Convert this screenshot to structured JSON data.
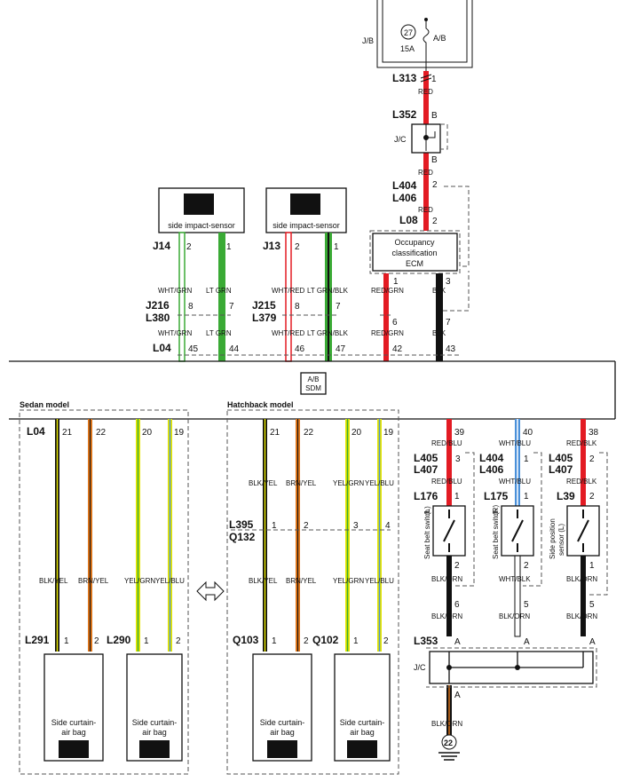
{
  "top": {
    "jb": "J/B",
    "fuse_num": "27",
    "fuse_amp": "15A",
    "fuse_name": "A/B"
  },
  "power_chain": [
    {
      "conn": "L313",
      "pin": "1",
      "color": "RED"
    },
    {
      "conn": "L352",
      "pin": "B",
      "color": "RED"
    },
    {
      "conn": "L404",
      "pin": "2",
      "color": "RED"
    },
    {
      "conn": "L406",
      "pin": "",
      "color": ""
    },
    {
      "conn": "L08",
      "pin": "2",
      "color": ""
    }
  ],
  "jc_top": {
    "label": "J/C",
    "pin_out": "B"
  },
  "ocs": {
    "line1": "Occupancy",
    "line2": "classification",
    "line3": "ECM",
    "pin_left": "1",
    "pin_right": "3"
  },
  "sensor_pass": {
    "label": "side impact-sensor",
    "conn": "J14",
    "pin_a": "2",
    "pin_b": "1"
  },
  "sensor_drv": {
    "label": "side impact-sensor",
    "conn": "J13",
    "pin_a": "2",
    "pin_b": "1"
  },
  "intermediate": {
    "j216": "J216",
    "l380": "L380",
    "j215": "J215",
    "l379": "L379",
    "wires": [
      {
        "color": "WHT/GRN",
        "pin_top": "8",
        "pin_bottom": "45",
        "color2": "WHT/GRN"
      },
      {
        "color": "LT GRN",
        "pin_top": "7",
        "pin_bottom": "44",
        "color2": "LT GRN"
      },
      {
        "color": "WHT/RED",
        "pin_top": "8",
        "pin_bottom": "46",
        "color2": "WHT/RED"
      },
      {
        "color": "LT GRN/BLK",
        "pin_top": "7",
        "pin_bottom": "47",
        "color2": "LT GRN/BLK"
      },
      {
        "color": "RED/GRN",
        "pin_top": "6",
        "pin_bottom": "42",
        "color2": "RED/GRN"
      },
      {
        "color": "BLK",
        "pin_top": "7",
        "pin_bottom": "43",
        "color2": "BLK"
      }
    ],
    "l04": "L04"
  },
  "sdm": {
    "line1": "A/B",
    "line2": "SDM"
  },
  "sedan": {
    "title": "Sedan model",
    "conn": "L04",
    "wires": [
      {
        "pin": "21",
        "color": "BLK/YEL"
      },
      {
        "pin": "22",
        "color": "BRN/YEL"
      },
      {
        "pin": "20",
        "color": "YEL/GRN"
      },
      {
        "pin": "19",
        "color": "YEL/BLU"
      }
    ],
    "bag_left": {
      "conn": "L291",
      "pin1": "1",
      "pin2": "2",
      "label1": "Side curtain-",
      "label2": "air bag"
    },
    "bag_right": {
      "conn": "L290",
      "pin1": "1",
      "pin2": "2",
      "label1": "Side curtain-",
      "label2": "air bag"
    }
  },
  "hatch": {
    "title": "Hatchback model",
    "wires": [
      {
        "pin": "21",
        "color": "BLK/YEL",
        "mid_pin": "1",
        "color2": "BLK/YEL"
      },
      {
        "pin": "22",
        "color": "BRN/YEL",
        "mid_pin": "2",
        "color2": "BRN/YEL"
      },
      {
        "pin": "20",
        "color": "YEL/GRN",
        "mid_pin": "3",
        "color2": "YEL/GRN"
      },
      {
        "pin": "19",
        "color": "YEL/BLU",
        "mid_pin": "4",
        "color2": "YEL/BLU"
      }
    ],
    "l395": "L395",
    "q132": "Q132",
    "bag_left": {
      "conn": "Q103",
      "pin1": "1",
      "pin2": "2",
      "label1": "Side curtain-",
      "label2": "air bag"
    },
    "bag_right": {
      "conn": "Q102",
      "pin1": "1",
      "pin2": "2",
      "label1": "Side curtain-",
      "label2": "air bag"
    }
  },
  "switches": [
    {
      "sdm_pin": "39",
      "color": "RED/BLU",
      "conn_a": "L405",
      "conn_b": "L407",
      "pin_ab": "3",
      "color2": "RED/BLU",
      "conn_c": "L176",
      "pin_c": "1",
      "label": "Seat belt switch",
      "side": "(L)",
      "pin_out": "2",
      "color_out": "BLK/ORN",
      "pin_j": "6",
      "color_j": "BLK/ORN"
    },
    {
      "sdm_pin": "40",
      "color": "WHT/BLU",
      "conn_a": "L404",
      "conn_b": "L406",
      "pin_ab": "1",
      "color2": "WHT/BLU",
      "conn_c": "L175",
      "pin_c": "1",
      "label": "Seat belt switch",
      "side": "(R)",
      "pin_out": "2",
      "color_out": "WHT/BLK",
      "pin_j": "5",
      "color_j": "BLK/ORN"
    },
    {
      "sdm_pin": "38",
      "color": "RED/BLK",
      "conn_a": "L405",
      "conn_b": "L407",
      "pin_ab": "2",
      "color2": "RED/BLK",
      "conn_c": "L39",
      "pin_c": "2",
      "label": "Side position",
      "label2": "sensor (L)",
      "pin_out": "1",
      "color_out": "BLK/ORN",
      "pin_j": "5",
      "color_j": "BLK/ORN"
    }
  ],
  "ground": {
    "conn": "L353",
    "jc": "J/C",
    "pin": "A",
    "color": "BLK/ORN",
    "gnd_num": "22"
  },
  "colors": {
    "red": "#e31b23",
    "green": "#3aaa35",
    "yellow": "#e6e600",
    "orange": "#d9731a",
    "blue": "#4a90d9",
    "black": "#111111",
    "white": "#ffffff"
  }
}
